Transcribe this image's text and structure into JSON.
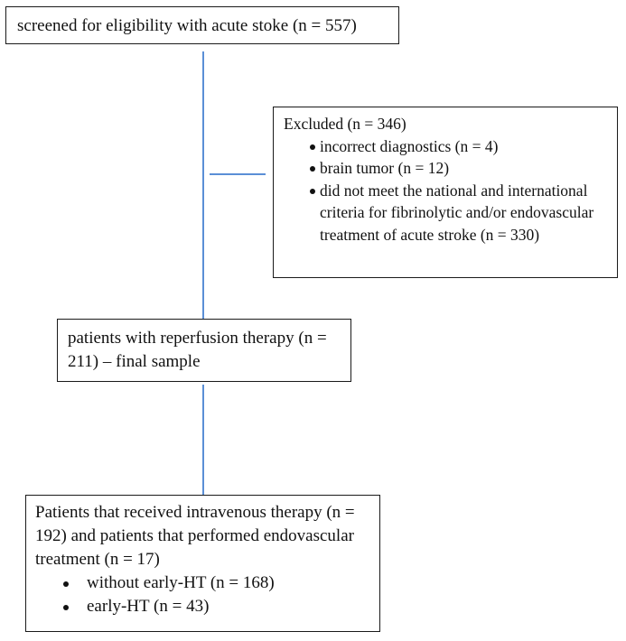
{
  "colors": {
    "connector": "#5b8fd6",
    "border": "#1a1a1a",
    "text": "#111111",
    "background": "#ffffff"
  },
  "screened": {
    "text": "screened for eligibility with acute stoke (n = 557)"
  },
  "excluded": {
    "title": "Excluded (n = 346)",
    "items": [
      "incorrect diagnostics (n = 4)",
      "brain tumor (n = 12)",
      "did not meet the national and international criteria for fibrinolytic and/or endovascular treatment of acute stroke (n = 330)"
    ]
  },
  "sample": {
    "text": "patients with reperfusion therapy (n = 211) – final sample"
  },
  "treatment": {
    "text": "Patients that received intravenous therapy (n = 192) and patients that performed endovascular treatment (n = 17)",
    "items": [
      "without early-HT (n = 168)",
      "early-HT (n = 43)"
    ]
  }
}
